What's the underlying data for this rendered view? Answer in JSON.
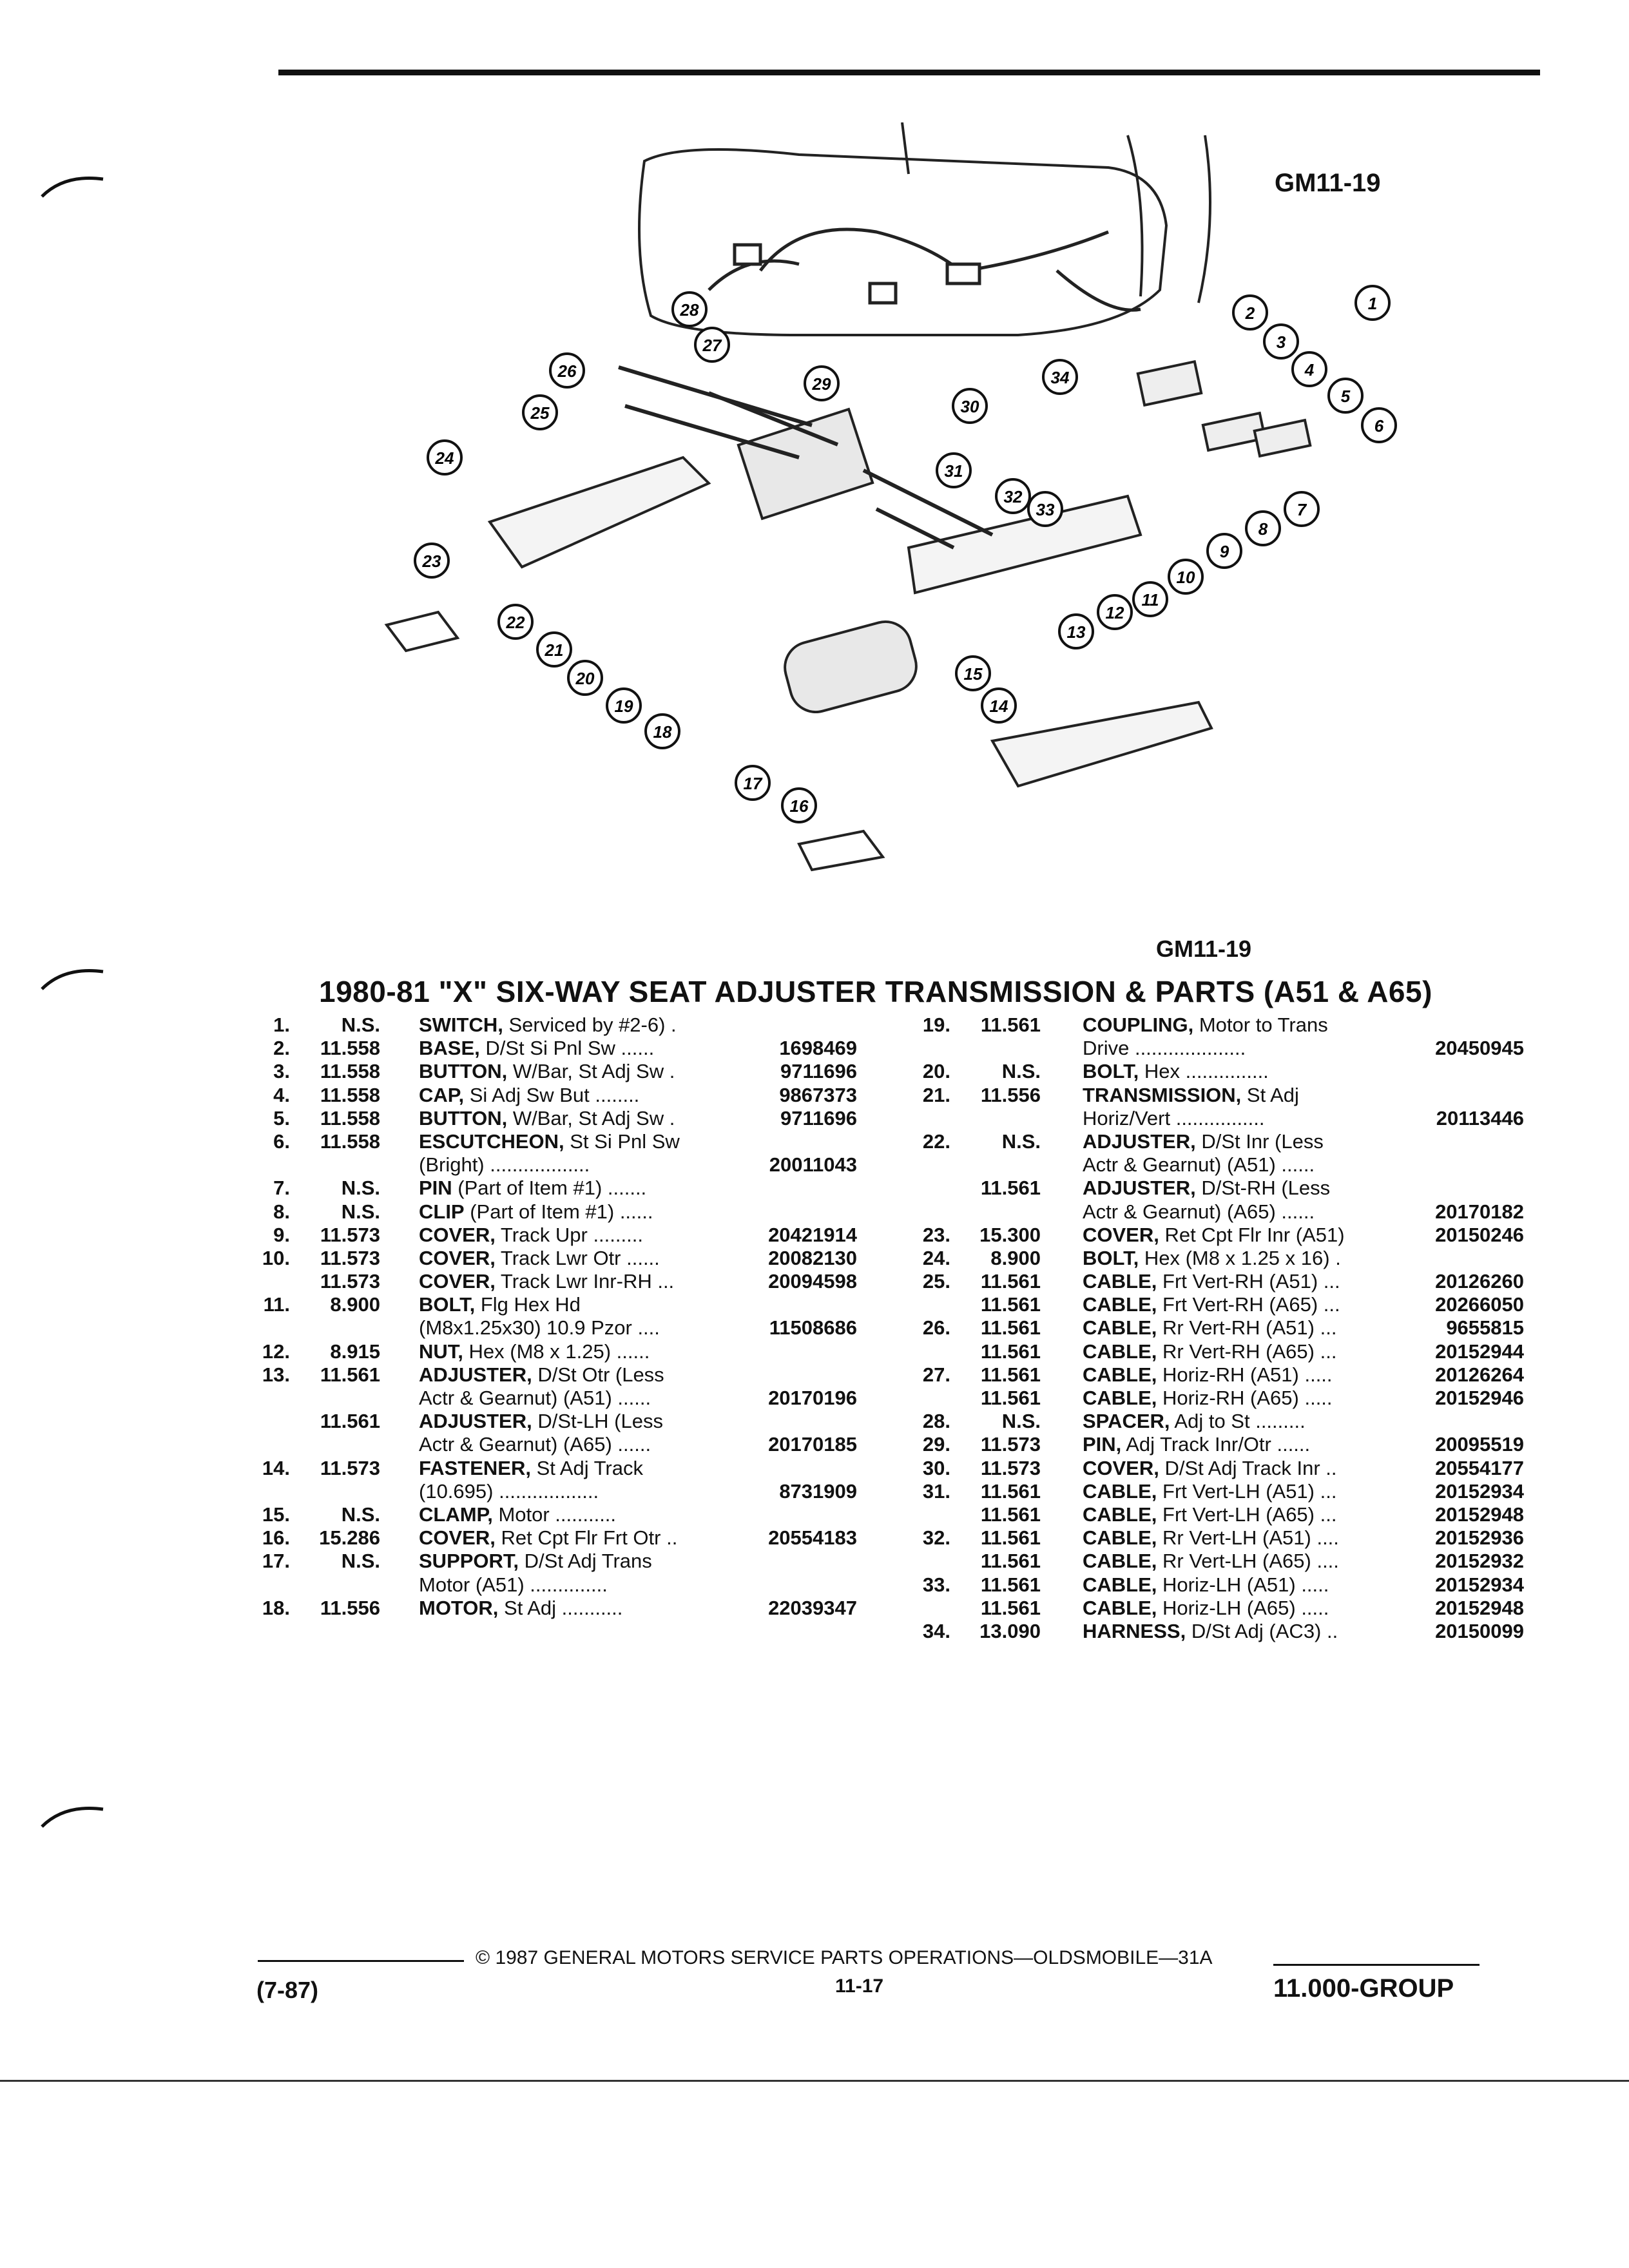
{
  "figure": {
    "code_top": "GM11-19",
    "code_bottom": "GM11-19"
  },
  "diagram_callouts": [
    "1",
    "2",
    "3",
    "4",
    "5",
    "6",
    "7",
    "8",
    "9",
    "10",
    "11",
    "12",
    "13",
    "14",
    "15",
    "16",
    "17",
    "18",
    "19",
    "20",
    "21",
    "22",
    "23",
    "24",
    "25",
    "26",
    "27",
    "28",
    "29",
    "30",
    "31",
    "32",
    "33",
    "34"
  ],
  "title": "1980-81 \"X\" SIX-WAY SEAT ADJUSTER TRANSMISSION & PARTS (A51 & A65)",
  "left_rows": [
    {
      "n": "1.",
      "g": "N.S.",
      "name": "SWITCH,",
      "text": " Serviced by #2-6)  .",
      "part": ""
    },
    {
      "n": "2.",
      "g": "11.558",
      "name": "BASE,",
      "text": " D/St Si Pnl Sw  ......",
      "part": "1698469"
    },
    {
      "n": "3.",
      "g": "11.558",
      "name": "BUTTON,",
      "text": " W/Bar, St Adj Sw  .",
      "part": "9711696"
    },
    {
      "n": "4.",
      "g": "11.558",
      "name": "CAP,",
      "text": " Si Adj Sw But  ........",
      "part": "9867373"
    },
    {
      "n": "5.",
      "g": "11.558",
      "name": "BUTTON,",
      "text": " W/Bar, St Adj Sw  .",
      "part": "9711696"
    },
    {
      "n": "6.",
      "g": "11.558",
      "name": "ESCUTCHEON,",
      "text": " St Si Pnl Sw",
      "part": ""
    },
    {
      "n": "",
      "g": "",
      "name": "",
      "text": "(Bright)  ..................",
      "part": "20011043"
    },
    {
      "n": "7.",
      "g": "N.S.",
      "name": "PIN",
      "text": " (Part of Item #1)  .......",
      "part": ""
    },
    {
      "n": "8.",
      "g": "N.S.",
      "name": "CLIP",
      "text": " (Part of Item #1)  ......",
      "part": ""
    },
    {
      "n": "9.",
      "g": "11.573",
      "name": "COVER,",
      "text": " Track Upr  .........",
      "part": "20421914"
    },
    {
      "n": "10.",
      "g": "11.573",
      "name": "COVER,",
      "text": " Track Lwr Otr  ......",
      "part": "20082130"
    },
    {
      "n": "",
      "g": "11.573",
      "name": "COVER,",
      "text": " Track Lwr Inr-RH  ...",
      "part": "20094598"
    },
    {
      "n": "11.",
      "g": "8.900",
      "name": "BOLT,",
      "text": " Flg Hex Hd",
      "part": ""
    },
    {
      "n": "",
      "g": "",
      "name": "",
      "text": "(M8x1.25x30) 10.9 Pzor  ....",
      "part": "11508686"
    },
    {
      "n": "12.",
      "g": "8.915",
      "name": "NUT,",
      "text": " Hex (M8 x 1.25)  ......",
      "part": ""
    },
    {
      "n": "13.",
      "g": "11.561",
      "name": "ADJUSTER,",
      "text": " D/St Otr (Less",
      "part": ""
    },
    {
      "n": "",
      "g": "",
      "name": "",
      "text": "Actr & Gearnut) (A51)  ......",
      "part": "20170196"
    },
    {
      "n": "",
      "g": "11.561",
      "name": "ADJUSTER,",
      "text": " D/St-LH (Less",
      "part": ""
    },
    {
      "n": "",
      "g": "",
      "name": "",
      "text": "Actr & Gearnut) (A65)  ......",
      "part": "20170185"
    },
    {
      "n": "14.",
      "g": "11.573",
      "name": "FASTENER,",
      "text": " St Adj Track",
      "part": ""
    },
    {
      "n": "",
      "g": "",
      "name": "",
      "text": "(10.695)  ..................",
      "part": "8731909"
    },
    {
      "n": "15.",
      "g": "N.S.",
      "name": "CLAMP,",
      "text": " Motor  ...........",
      "part": ""
    },
    {
      "n": "16.",
      "g": "15.286",
      "name": "COVER,",
      "text": " Ret Cpt Flr Frt Otr  ..",
      "part": "20554183"
    },
    {
      "n": "17.",
      "g": "N.S.",
      "name": "SUPPORT,",
      "text": " D/St Adj Trans",
      "part": ""
    },
    {
      "n": "",
      "g": "",
      "name": "",
      "text": "Motor (A51)  ..............",
      "part": ""
    },
    {
      "n": "18.",
      "g": "11.556",
      "name": "MOTOR,",
      "text": " St Adj  ...........",
      "part": "22039347"
    }
  ],
  "right_rows": [
    {
      "n": "19.",
      "g": "11.561",
      "name": "COUPLING,",
      "text": " Motor to Trans",
      "part": ""
    },
    {
      "n": "",
      "g": "",
      "name": "",
      "text": "Drive  ....................",
      "part": "20450945"
    },
    {
      "n": "20.",
      "g": "N.S.",
      "name": "BOLT,",
      "text": " Hex  ...............",
      "part": ""
    },
    {
      "n": "21.",
      "g": "11.556",
      "name": "TRANSMISSION,",
      "text": " St Adj",
      "part": ""
    },
    {
      "n": "",
      "g": "",
      "name": "",
      "text": "Horiz/Vert  ................",
      "part": "20113446"
    },
    {
      "n": "22.",
      "g": "N.S.",
      "name": "ADJUSTER,",
      "text": " D/St Inr (Less",
      "part": ""
    },
    {
      "n": "",
      "g": "",
      "name": "",
      "text": "Actr & Gearnut) (A51)  ......",
      "part": ""
    },
    {
      "n": "",
      "g": "11.561",
      "name": "ADJUSTER,",
      "text": " D/St-RH (Less",
      "part": ""
    },
    {
      "n": "",
      "g": "",
      "name": "",
      "text": "Actr & Gearnut) (A65)  ......",
      "part": "20170182"
    },
    {
      "n": "23.",
      "g": "15.300",
      "name": "COVER,",
      "text": " Ret Cpt Flr Inr (A51)",
      "part": "20150246"
    },
    {
      "n": "24.",
      "g": "8.900",
      "name": "BOLT,",
      "text": " Hex (M8 x 1.25 x 16)  .",
      "part": ""
    },
    {
      "n": "25.",
      "g": "11.561",
      "name": "CABLE,",
      "text": " Frt Vert-RH (A51)  ...",
      "part": "20126260"
    },
    {
      "n": "",
      "g": "11.561",
      "name": "CABLE,",
      "text": " Frt Vert-RH (A65)  ...",
      "part": "20266050"
    },
    {
      "n": "26.",
      "g": "11.561",
      "name": "CABLE,",
      "text": " Rr Vert-RH (A51)  ...",
      "part": "9655815"
    },
    {
      "n": "",
      "g": "11.561",
      "name": "CABLE,",
      "text": " Rr Vert-RH (A65)  ...",
      "part": "20152944"
    },
    {
      "n": "27.",
      "g": "11.561",
      "name": "CABLE,",
      "text": " Horiz-RH (A51)  .....",
      "part": "20126264"
    },
    {
      "n": "",
      "g": "11.561",
      "name": "CABLE,",
      "text": " Horiz-RH (A65)  .....",
      "part": "20152946"
    },
    {
      "n": "28.",
      "g": "N.S.",
      "name": "SPACER,",
      "text": " Adj to St  .........",
      "part": ""
    },
    {
      "n": "29.",
      "g": "11.573",
      "name": "PIN,",
      "text": " Adj Track Inr/Otr  ......",
      "part": "20095519"
    },
    {
      "n": "30.",
      "g": "11.573",
      "name": "COVER,",
      "text": " D/St Adj Track Inr  ..",
      "part": "20554177"
    },
    {
      "n": "31.",
      "g": "11.561",
      "name": "CABLE,",
      "text": " Frt Vert-LH (A51)  ...",
      "part": "20152934"
    },
    {
      "n": "",
      "g": "11.561",
      "name": "CABLE,",
      "text": " Frt Vert-LH (A65)  ...",
      "part": "20152948"
    },
    {
      "n": "32.",
      "g": "11.561",
      "name": "CABLE,",
      "text": " Rr Vert-LH (A51)  ....",
      "part": "20152936"
    },
    {
      "n": "",
      "g": "11.561",
      "name": "CABLE,",
      "text": " Rr Vert-LH (A65)  ....",
      "part": "20152932"
    },
    {
      "n": "33.",
      "g": "11.561",
      "name": "CABLE,",
      "text": " Horiz-LH (A51)  .....",
      "part": "20152934"
    },
    {
      "n": "",
      "g": "11.561",
      "name": "CABLE,",
      "text": " Horiz-LH (A65)  .....",
      "part": "20152948"
    },
    {
      "n": "34.",
      "g": "13.090",
      "name": "HARNESS,",
      "text": " D/St Adj (AC3)  ..",
      "part": "20150099"
    }
  ],
  "footer": {
    "date": "(7-87)",
    "copyright": "© 1987 GENERAL MOTORS SERVICE PARTS OPERATIONS—OLDSMOBILE—31A",
    "page": "11-17",
    "group": "11.000-GROUP"
  }
}
